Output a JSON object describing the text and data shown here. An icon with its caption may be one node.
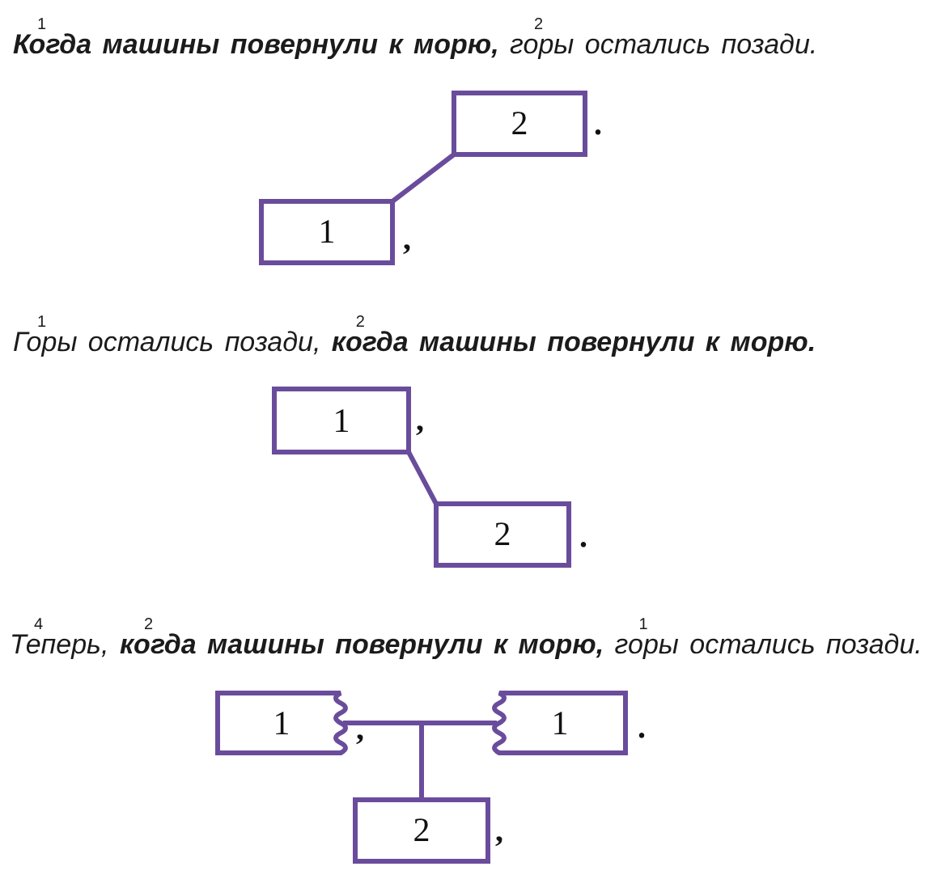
{
  "diagram": {
    "nodes": [
      {
        "text": [
          "1"
        ],
        "beside": [
          ","
        ]
      },
      {
        "text": [
          "2"
        ],
        "beside": [
          "."
        ]
      },
      {
        "text": [
          "1"
        ],
        "beside": [
          ","
        ]
      },
      {
        "text": [
          "2"
        ],
        "beside": [
          "."
        ]
      },
      {
        "text": [
          "1"
        ],
        "beside": [
          ","
        ]
      },
      {
        "text": [
          "1"
        ],
        "beside": [
          "."
        ]
      },
      {
        "text": [
          "2"
        ],
        "beside": [
          ","
        ]
      }
    ],
    "edges": [
      {
        "from": 0,
        "to": 1,
        "arrow": "none"
      },
      {
        "from": 2,
        "to": 3,
        "arrow": "none"
      },
      {
        "from": 4,
        "to": 5,
        "arrow": "none"
      },
      {
        "from": 6,
        "to": 4,
        "arrow": "none"
      },
      {
        "from": 6,
        "to": 5,
        "arrow": "none"
      }
    ],
    "labels": [
      "$^{1}$**Когда машины повернули к морю,** $^{2}$горы остались позади.",
      "$^{1}$Горы остались позади, $^{2}$**когда машины повернули к морю.**",
      "$^{4}$Теперь, $^{2}$**когда машины повернули к морю,** $^{1}$горы остались позади."
    ]
  }
}
